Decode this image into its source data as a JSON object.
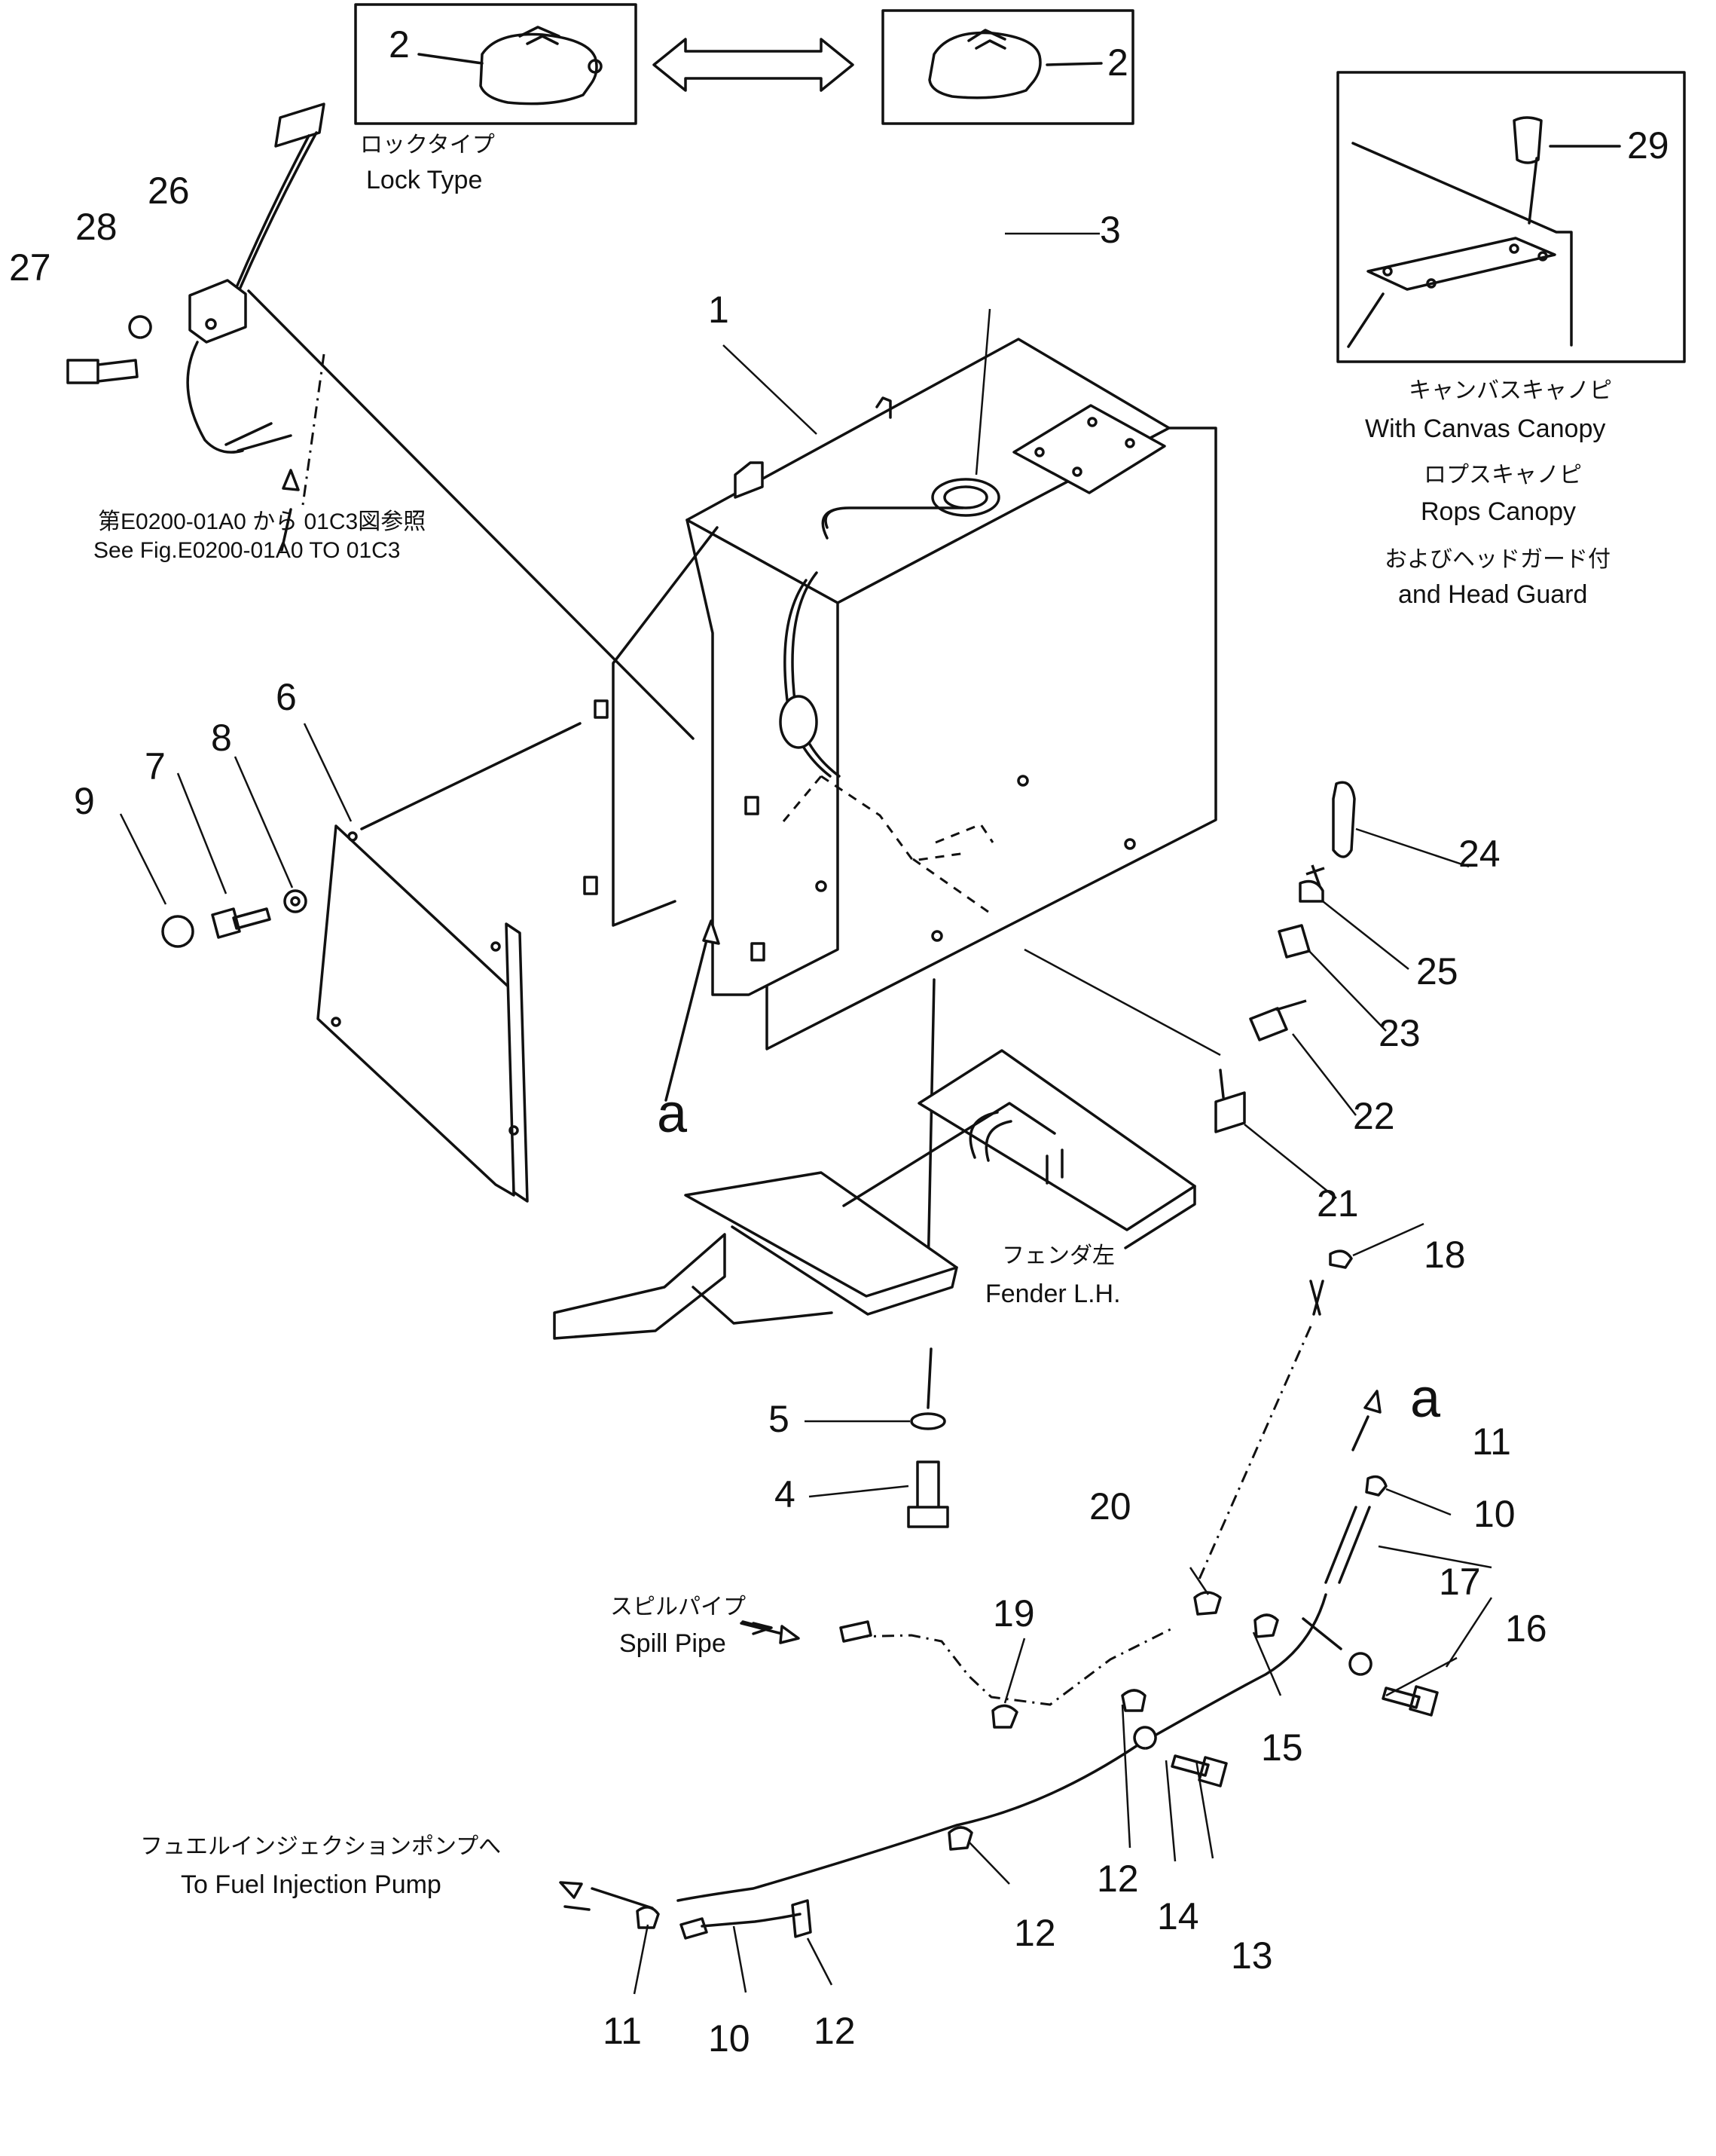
{
  "callouts": {
    "n1": "1",
    "n2a": "2",
    "n2b": "2",
    "n3": "3",
    "n4": "4",
    "n5": "5",
    "n6": "6",
    "n7": "7",
    "n8": "8",
    "n9": "9",
    "n10a": "10",
    "n10b": "10",
    "n11a": "11",
    "n11b": "11",
    "n12a": "12",
    "n12b": "12",
    "n12c": "12",
    "n13": "13",
    "n14": "14",
    "n15": "15",
    "n16": "16",
    "n17": "17",
    "n18": "18",
    "n19": "19",
    "n20": "20",
    "n21": "21",
    "n22": "22",
    "n23": "23",
    "n24": "24",
    "n25": "25",
    "n26": "26",
    "n27": "27",
    "n28": "28",
    "n29": "29"
  },
  "marks": {
    "a_tank": "a",
    "a_pipe": "a"
  },
  "labels": {
    "lock_type_jp": "ロックタイプ",
    "lock_type_en": "Lock Type",
    "see_fig_jp": "第E0200-01A0 から 01C3図参照",
    "see_fig_en": "See Fig.E0200-01A0 TO 01C3",
    "canopy_jp": "キャンバスキャノピ",
    "canopy_en": "With Canvas Canopy",
    "rops_jp": "ロプスキャノピ",
    "rops_en": "Rops Canopy",
    "head_guard_jp": "およびヘッドガード付",
    "head_guard_en": "and Head Guard",
    "fender_jp": "フェンダ左",
    "fender_en": "Fender L.H.",
    "spill_jp": "スピルパイプ",
    "spill_en": "Spill Pipe",
    "pump_jp": "フュエルインジェクションポンプへ",
    "pump_en": "To Fuel Injection Pump"
  }
}
